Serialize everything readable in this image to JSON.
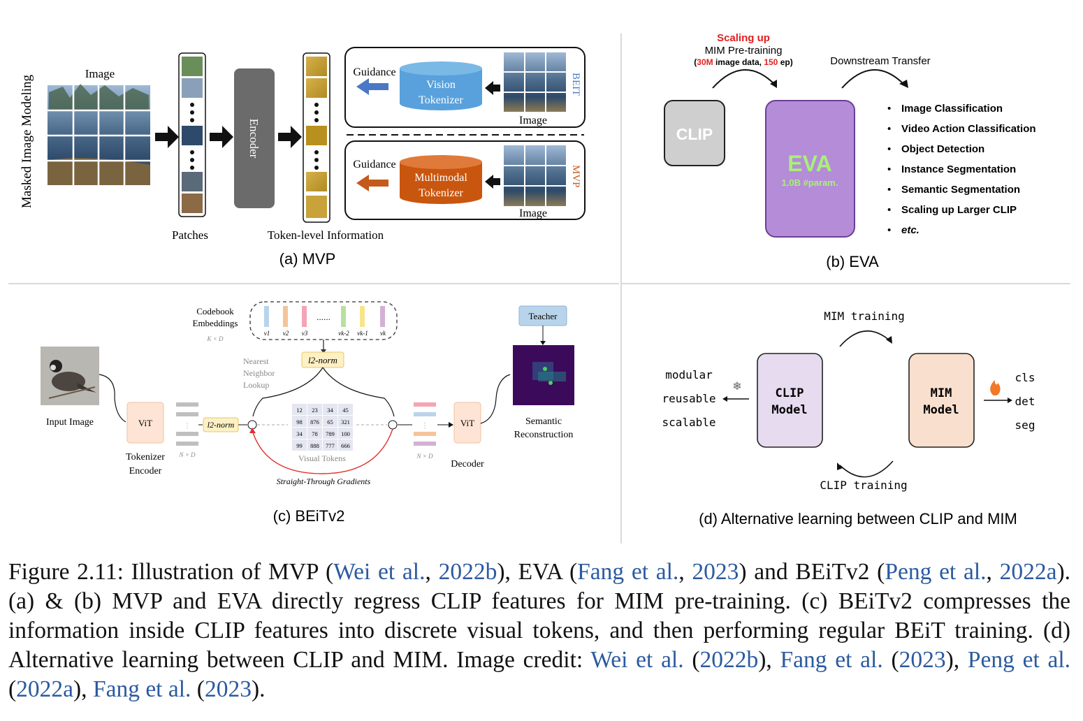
{
  "panel_a": {
    "side_label": "Masked Image Modeling",
    "image_label": "Image",
    "patches_label": "Patches",
    "encoder_label": "Encoder",
    "token_label": "Token-level Information",
    "beit": {
      "guidance": "Guidance",
      "tok1": "Vision",
      "tok2": "Tokenizer",
      "image": "Image",
      "tag": "BEIT",
      "color": "#4a86c8"
    },
    "mvp": {
      "guidance": "Guidance",
      "tok1": "Multimodal",
      "tok2": "Tokenizer",
      "image": "Image",
      "tag": "MVP",
      "color": "#cc5a1e"
    },
    "caption": "(a) MVP"
  },
  "panel_b": {
    "scaling": "Scaling up",
    "mim": "MIM Pre-training",
    "detail_pre": "(",
    "detail_a": "30M",
    "detail_mid": " image data, ",
    "detail_b": "150",
    "detail_post": " ep)",
    "downstream": "Downstream Transfer",
    "clip": "CLIP",
    "eva": "EVA",
    "eva_param": "1.0B #param.",
    "tasks": [
      "Image Classification",
      "Video Action Classification",
      "Object Detection",
      "Instance Segmentation",
      "Semantic Segmentation",
      "Scaling up Larger CLIP",
      "etc."
    ],
    "caption": "(b) EVA",
    "colors": {
      "eva_fill": "#b58cd8",
      "eva_text": "#a8f07a",
      "red": "#e02020"
    }
  },
  "panel_c": {
    "codebook": [
      "Codebook",
      "Embeddings"
    ],
    "kxd": "K × D",
    "nearest": [
      "Nearest",
      "Neighbor",
      "Lookup"
    ],
    "l2norm": "l2-norm",
    "vit": "ViT",
    "input_image": "Input Image",
    "tokenizer_encoder": [
      "Tokenizer",
      "Encoder"
    ],
    "nxd": "N × D",
    "visual_tokens": "Visual Tokens",
    "token_grid": [
      [
        "12",
        "23",
        "34",
        "45"
      ],
      [
        "98",
        "876",
        "65",
        "321"
      ],
      [
        "34",
        "78",
        "789",
        "100"
      ],
      [
        "99",
        "888",
        "777",
        "666"
      ]
    ],
    "straight_through": "Straight-Through Gradients",
    "decoder": "Decoder",
    "teacher": "Teacher",
    "semantic": [
      "Semantic",
      "Reconstruction"
    ],
    "dots": "......",
    "v_labels": [
      "v1",
      "v2",
      "v3",
      "vk-2",
      "vk-1",
      "vk"
    ],
    "caption": "(c) BEiTv2"
  },
  "panel_d": {
    "mim_training": "MIM training",
    "clip_training": "CLIP training",
    "clip_model": [
      "CLIP",
      "Model"
    ],
    "mim_model": [
      "MIM",
      "Model"
    ],
    "left_props": [
      "modular",
      "reusable",
      "scalable"
    ],
    "right_props": [
      "cls",
      "det",
      "seg"
    ],
    "caption": "(d) Alternative learning between CLIP and MIM"
  },
  "caption": {
    "parts": [
      {
        "t": "Figure 2.11: Illustration of MVP (",
        "l": false
      },
      {
        "t": "Wei et al.",
        "l": true
      },
      {
        "t": ", ",
        "l": false
      },
      {
        "t": "2022b",
        "l": true
      },
      {
        "t": "), EVA (",
        "l": false
      },
      {
        "t": "Fang et al.",
        "l": true
      },
      {
        "t": ", ",
        "l": false
      },
      {
        "t": "2023",
        "l": true
      },
      {
        "t": ") and BEiTv2 (",
        "l": false
      },
      {
        "t": "Peng et al.",
        "l": true
      },
      {
        "t": ", ",
        "l": false
      },
      {
        "t": "2022a",
        "l": true
      },
      {
        "t": "). (a) & (b) MVP and EVA directly regress CLIP features for MIM pre-training. (c) BEiTv2 compresses the information inside CLIP features into discrete visual tokens, and then performing regular BEiT training. (d) Alternative learning between CLIP and MIM. Image credit: ",
        "l": false
      },
      {
        "t": "Wei et al.",
        "l": true
      },
      {
        "t": " (",
        "l": false
      },
      {
        "t": "2022b",
        "l": true
      },
      {
        "t": "), ",
        "l": false
      },
      {
        "t": "Fang et al.",
        "l": true
      },
      {
        "t": " (",
        "l": false
      },
      {
        "t": "2023",
        "l": true
      },
      {
        "t": "), ",
        "l": false
      },
      {
        "t": "Peng et al.",
        "l": true
      },
      {
        "t": " (",
        "l": false
      },
      {
        "t": "2022a",
        "l": true
      },
      {
        "t": "), ",
        "l": false
      },
      {
        "t": "Fang et al.",
        "l": true
      },
      {
        "t": " (",
        "l": false
      },
      {
        "t": "2023",
        "l": true
      },
      {
        "t": ").",
        "l": false
      }
    ]
  }
}
